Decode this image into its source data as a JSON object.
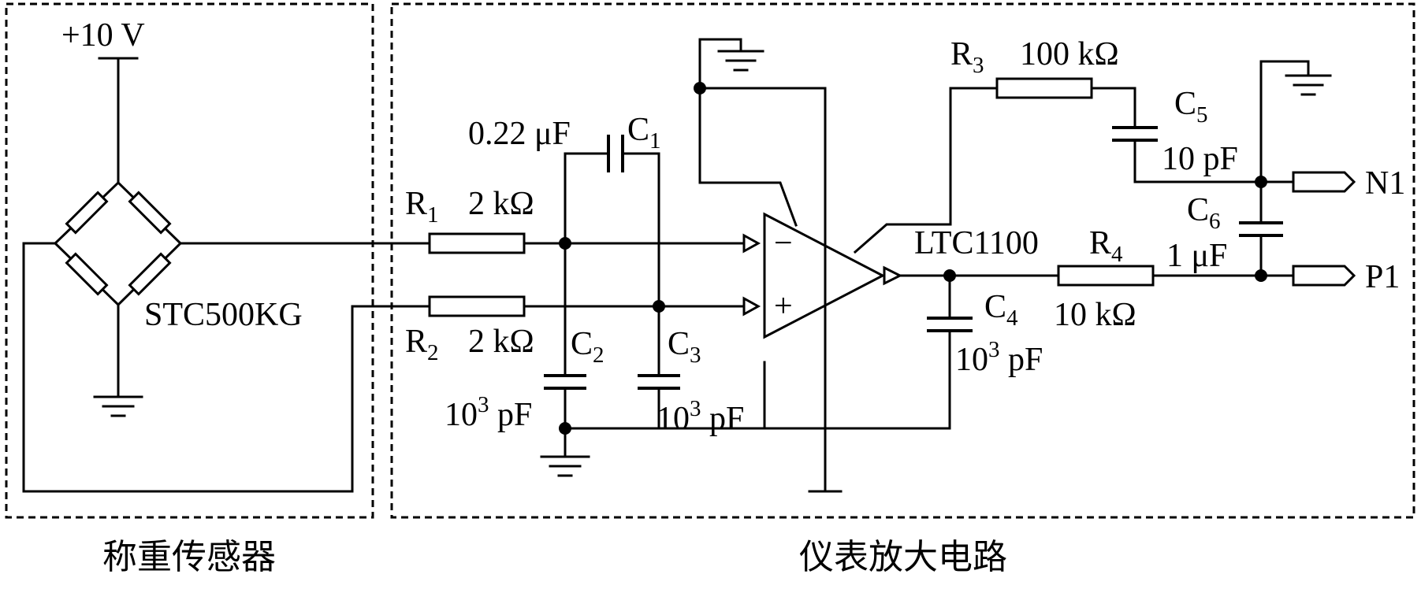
{
  "supply": {
    "label": "+10 V"
  },
  "sensor": {
    "model": "STC500KG"
  },
  "opamp": {
    "model": "LTC1100",
    "inv_sign": "−",
    "noninv_sign": "+"
  },
  "components": {
    "R1": {
      "ref": "R",
      "sub": "1",
      "value": "2 kΩ"
    },
    "R2": {
      "ref": "R",
      "sub": "2",
      "value": "2 kΩ"
    },
    "R3": {
      "ref": "R",
      "sub": "3",
      "value": "100 kΩ"
    },
    "R4": {
      "ref": "R",
      "sub": "4",
      "value": "10 kΩ"
    },
    "C1": {
      "ref": "C",
      "sub": "1",
      "value": "0.22 μF"
    },
    "C2": {
      "ref": "C",
      "sub": "2",
      "value_base": "10",
      "value_exp": "3",
      "value_unit": " pF"
    },
    "C3": {
      "ref": "C",
      "sub": "3",
      "value_base": "10",
      "value_exp": "3",
      "value_unit": " pF"
    },
    "C4": {
      "ref": "C",
      "sub": "4",
      "value_base": "10",
      "value_exp": "3",
      "value_unit": " pF"
    },
    "C5": {
      "ref": "C",
      "sub": "5",
      "value": "10 pF"
    },
    "C6": {
      "ref": "C",
      "sub": "6",
      "value": "1 μF"
    }
  },
  "outputs": {
    "n1": "N1",
    "p1": "P1"
  },
  "sections": {
    "sensor_caption": "称重传感器",
    "amplifier_caption": "仪表放大电路"
  }
}
